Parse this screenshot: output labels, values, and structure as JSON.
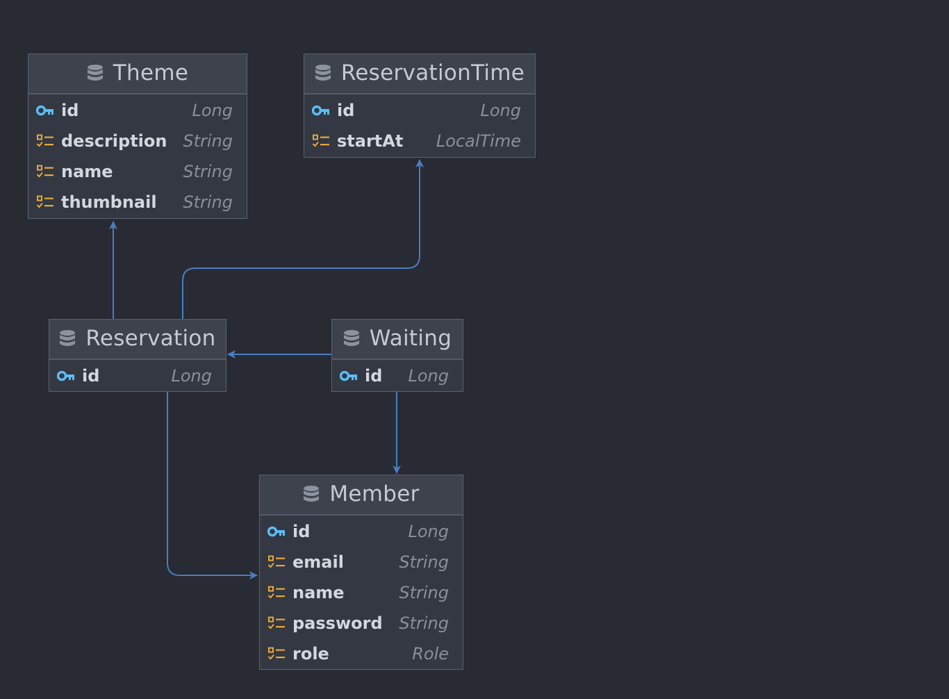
{
  "diagram": {
    "colors": {
      "background": "#282b33",
      "entity_body": "#333842",
      "entity_header": "#3d424d",
      "border": "#5b6170",
      "connector": "#4a7dc4",
      "key_icon": "#5bbdf5",
      "field_icon": "#e8a93a"
    },
    "entities": {
      "theme": {
        "name": "Theme",
        "fields": [
          {
            "name": "id",
            "type": "Long",
            "icon": "key-icon"
          },
          {
            "name": "description",
            "type": "String",
            "icon": "column-icon"
          },
          {
            "name": "name",
            "type": "String",
            "icon": "column-icon"
          },
          {
            "name": "thumbnail",
            "type": "String",
            "icon": "column-icon"
          }
        ]
      },
      "reservation_time": {
        "name": "ReservationTime",
        "fields": [
          {
            "name": "id",
            "type": "Long",
            "icon": "key-icon"
          },
          {
            "name": "startAt",
            "type": "LocalTime",
            "icon": "column-icon"
          }
        ]
      },
      "reservation": {
        "name": "Reservation",
        "fields": [
          {
            "name": "id",
            "type": "Long",
            "icon": "key-icon"
          }
        ]
      },
      "waiting": {
        "name": "Waiting",
        "fields": [
          {
            "name": "id",
            "type": "Long",
            "icon": "key-icon"
          }
        ]
      },
      "member": {
        "name": "Member",
        "fields": [
          {
            "name": "id",
            "type": "Long",
            "icon": "key-icon"
          },
          {
            "name": "email",
            "type": "String",
            "icon": "column-icon"
          },
          {
            "name": "name",
            "type": "String",
            "icon": "column-icon"
          },
          {
            "name": "password",
            "type": "String",
            "icon": "column-icon"
          },
          {
            "name": "role",
            "type": "Role",
            "icon": "column-icon"
          }
        ]
      }
    },
    "relations": [
      {
        "from": "Reservation",
        "to": "Theme"
      },
      {
        "from": "Reservation",
        "to": "ReservationTime"
      },
      {
        "from": "Reservation",
        "to": "Member"
      },
      {
        "from": "Waiting",
        "to": "Reservation"
      },
      {
        "from": "Waiting",
        "to": "Member"
      }
    ]
  }
}
